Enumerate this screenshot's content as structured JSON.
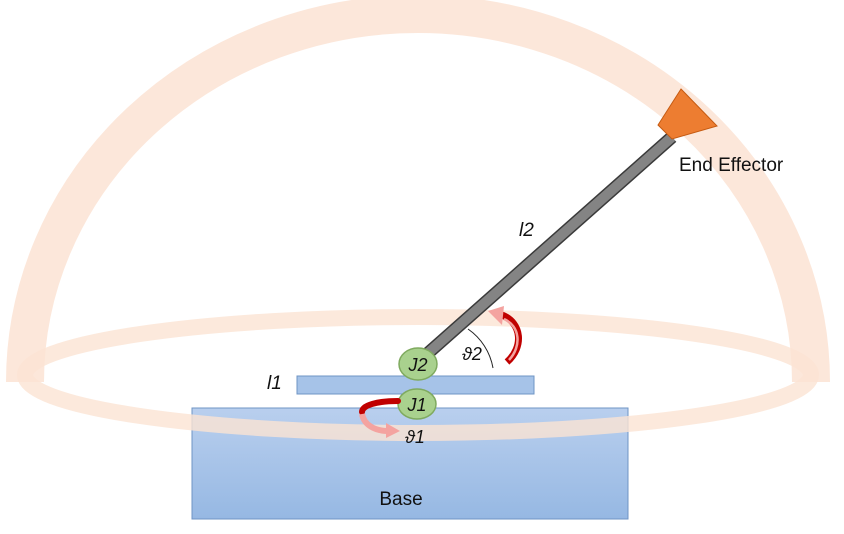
{
  "labels": {
    "end_effector": "End Effector",
    "link2": "l2",
    "link1": "l1",
    "joint2": "J2",
    "joint1": "J1",
    "theta2": "ϑ2",
    "theta1": "ϑ1",
    "base": "Base"
  },
  "colors": {
    "workspace": "#fbe3d3",
    "base_fill": "#a6c3e8",
    "base_edge": "#6f94c4",
    "joint_fill": "#a9d18e",
    "joint_edge": "#7faa5f",
    "link": "#7f7f7f",
    "end_effector": "#ed7d31",
    "rotation_dark": "#c00000",
    "rotation_light": "#f4a3a0"
  },
  "icons": [
    "rotation-arrow-icon"
  ]
}
